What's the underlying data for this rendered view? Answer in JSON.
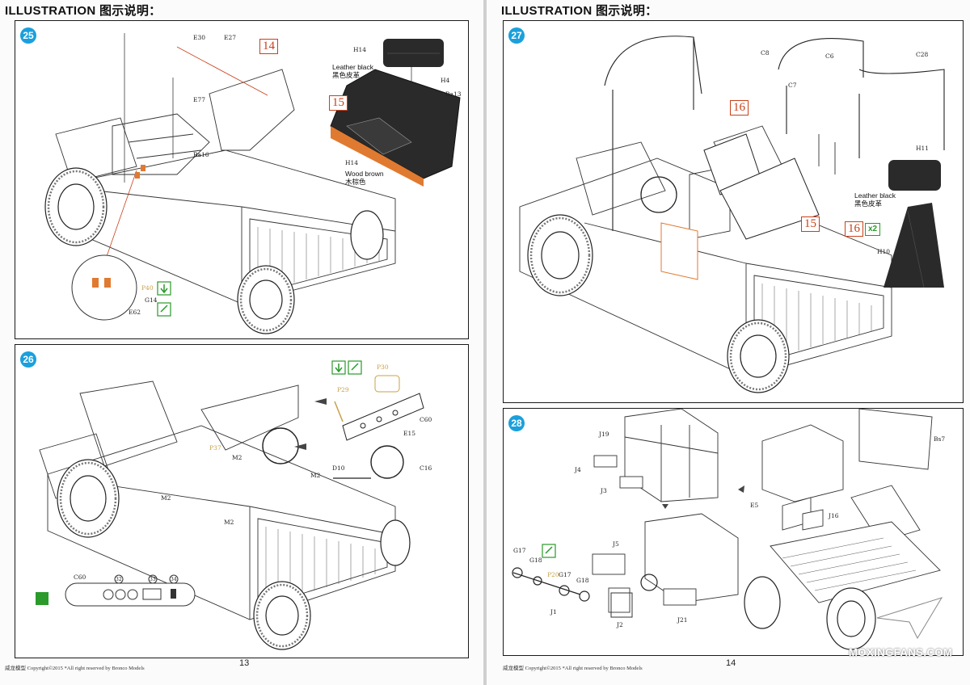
{
  "left_page": {
    "title": "ILLUSTRATION 图示说明：",
    "footer": "威龙模型  Copyright©2015  *All right reserved by Bronco Models",
    "page_number": "13",
    "step25": {
      "number": "25",
      "part_labels": [
        "E30",
        "E27",
        "E77",
        "Ba16",
        "H14",
        "H4",
        "Ba13",
        "H14",
        "P40",
        "G14",
        "E62"
      ],
      "callouts": [
        "14",
        "15"
      ],
      "notes": {
        "leather": "Leather black",
        "leather_cn": "黑色皮革",
        "wood": "Wood brown",
        "wood_cn": "木棕色"
      }
    },
    "step26": {
      "number": "26",
      "part_labels": [
        "P30",
        "P29",
        "C60",
        "E15",
        "P37",
        "M2",
        "M2",
        "M2",
        "M2",
        "D10",
        "C16",
        "C60"
      ],
      "decal_numbers": [
        "32",
        "33",
        "34"
      ]
    }
  },
  "right_page": {
    "title": "ILLUSTRATION 图示说明：",
    "footer": "威龙模型  Copyright©2015  *All right reserved by Bronco Models",
    "page_number": "14",
    "step27": {
      "number": "27",
      "part_labels": [
        "C8",
        "C6",
        "C28",
        "C7",
        "H11",
        "H10"
      ],
      "callouts": [
        "16",
        "15",
        "16"
      ],
      "multiplier": "x2",
      "notes": {
        "leather": "Leather black",
        "leather_cn": "黑色皮革"
      }
    },
    "step28": {
      "number": "28",
      "part_labels": [
        "J19",
        "J4",
        "J3",
        "J5",
        "G17",
        "G18",
        "P20",
        "G17",
        "G18",
        "J1",
        "J2",
        "J21",
        "Bs7",
        "E5",
        "J16"
      ]
    }
  },
  "watermark": "MOXINGFANS.COM",
  "colors": {
    "step_badge": "#1aa0dc",
    "callout": "#c8401a",
    "highlight_green": "#2a9a2a",
    "wood_orange": "#e07a30",
    "leather_black": "#2a2a2a"
  }
}
